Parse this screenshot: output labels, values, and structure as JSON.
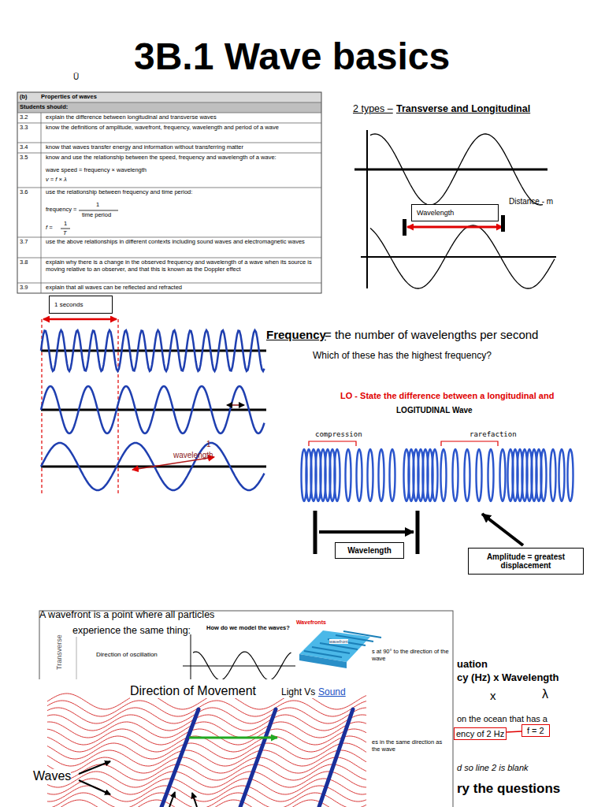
{
  "diagram": {
    "title": "3B.1 Wave basics",
    "nodes": [
      {
        "text": [
          "Wavelength"
        ]
      },
      {
        "text": [
          "1 seconds"
        ]
      },
      {
        "text": [
          "Wavelength"
        ]
      },
      {
        "text": [
          "Amplitude = greatest displacement"
        ]
      },
      {
        "text": [
          "ency of 2 Hz"
        ]
      },
      {
        "text": [
          "f = 2"
        ]
      }
    ],
    "edges": [
      {
        "from": 4,
        "to": 5,
        "arrow": "none"
      }
    ],
    "labels": [
      "Ü",
      "(b)",
      "Properties of waves",
      "Students should:",
      "3.2",
      "explain the difference between longitudinal and transverse waves",
      "3.3",
      "know the definitions of amplitude, wavefront, frequency, wavelength and period of a wave",
      "3.4",
      "know that waves transfer energy and information without transferring matter",
      "3.5",
      "know and use the relationship between the speed, frequency and wavelength of a wave:",
      "wave speed = frequency × wavelength",
      "v = f × λ",
      "3.6",
      "use the relationship between frequency and time period:",
      "frequency =",
      "1",
      "time period",
      "f =",
      "1",
      "T",
      "3.7",
      "use the above relationships in different contexts including sound waves and electromagnetic waves",
      "3.8",
      "explain why there is a change in the observed frequency and wavelength of a wave when its source is moving relative to an observer, and that this is known as the Doppler effect",
      "3.9",
      "explain that all waves can be reflected and refracted",
      "2 types –",
      "Transverse  and Longitudinal",
      "Distance - m",
      "Frequency",
      "= the number of wavelengths per second",
      "Which of these has the highest frequency?",
      "1",
      "wavelength",
      "LO - State the difference between a longitudinal and",
      "LOGITUDINAL Wave",
      "compression",
      "rarefaction",
      "A wavefront is a point where all particles",
      "experience the same thing:",
      "Wavefronts",
      "How do we model the waves?",
      "Transverse",
      "Direction of oscillation",
      "wavefront",
      "s at 90° to the direction of the wave",
      "es in the same direction as the wave",
      "uation",
      "cy (Hz)  x  Wavelength",
      "x",
      "λ",
      "on the ocean that has a",
      "d so line 2 is blank",
      "ry the questions",
      "Direction of Movement",
      "Light Vs",
      "Sound",
      "Waves"
    ]
  }
}
